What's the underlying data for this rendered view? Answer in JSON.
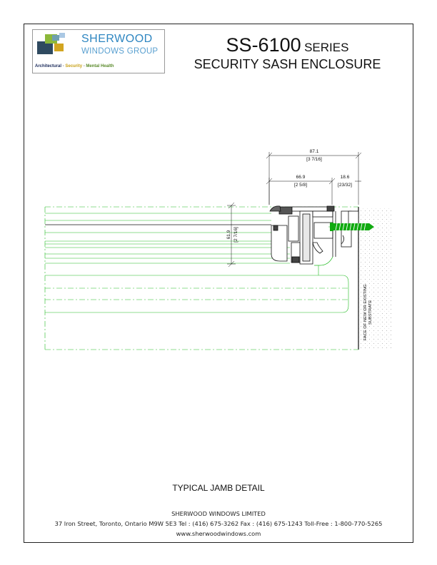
{
  "logo": {
    "name": "SHERWOOD",
    "subname": "WINDOWS GROUP",
    "tagline": {
      "architectural": "Architectural",
      "separator": " - ",
      "security": "Security",
      "mental_health": "Mental Health"
    }
  },
  "title": {
    "model": "SS-6100",
    "series_word": "SERIES",
    "subtitle": "SECURITY SASH ENCLOSURE"
  },
  "dimensions": {
    "overall": "87.1",
    "overall_frac": "[3 7/16]",
    "frame": "66.9",
    "frame_frac": "[2 5/8]",
    "gap": "18.6",
    "gap_frac": "[23/32]",
    "height": "61.9",
    "height_frac": "[2 7/16]"
  },
  "annotation": {
    "line1": "FACE OF NEW OR EXISTING",
    "line2": "SUBSTRATE"
  },
  "detail_label": "TYPICAL JAMB DETAIL",
  "footer": {
    "company": "SHERWOOD WINDOWS LIMITED",
    "contact": "37 Iron Street,   Toronto,   Ontario   M9W 5E3     Tel :  (416) 675-3262    Fax :  (416) 675-1243    Toll-Free :  1-800-770-5265",
    "website": "www.sherwoodwindows.com"
  },
  "colors": {
    "logo_blue": "#2e86c1",
    "drawing_green": "#22bb22",
    "thread_green": "#11aa11"
  }
}
